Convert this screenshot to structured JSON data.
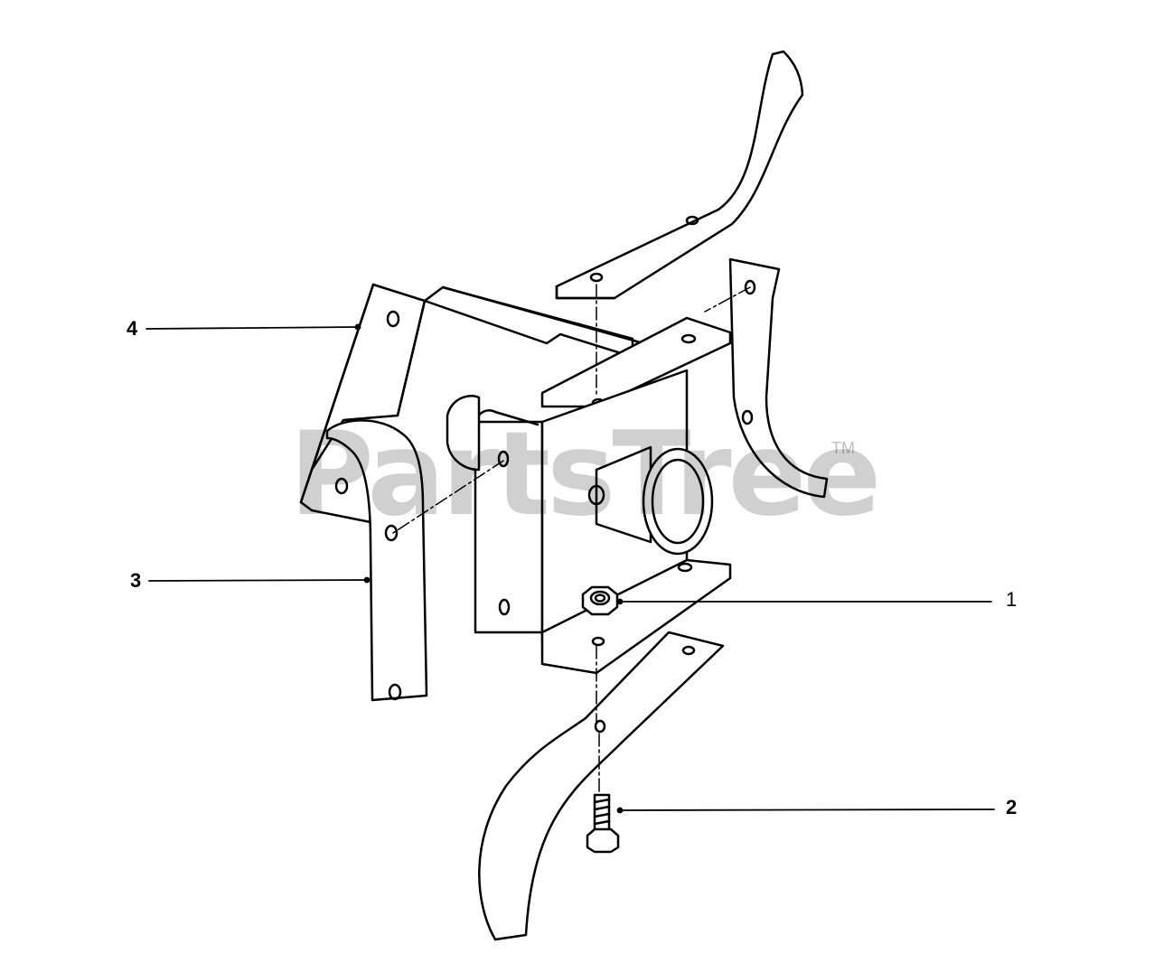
{
  "watermark": {
    "text": "PartsTree",
    "trademark": "TM"
  },
  "callouts": [
    {
      "id": "4",
      "label": "4"
    },
    {
      "id": "3",
      "label": "3"
    },
    {
      "id": "1",
      "label": "1"
    },
    {
      "id": "2",
      "label": "2"
    }
  ],
  "colors": {
    "ink": "#000000",
    "paper": "#ffffff"
  }
}
